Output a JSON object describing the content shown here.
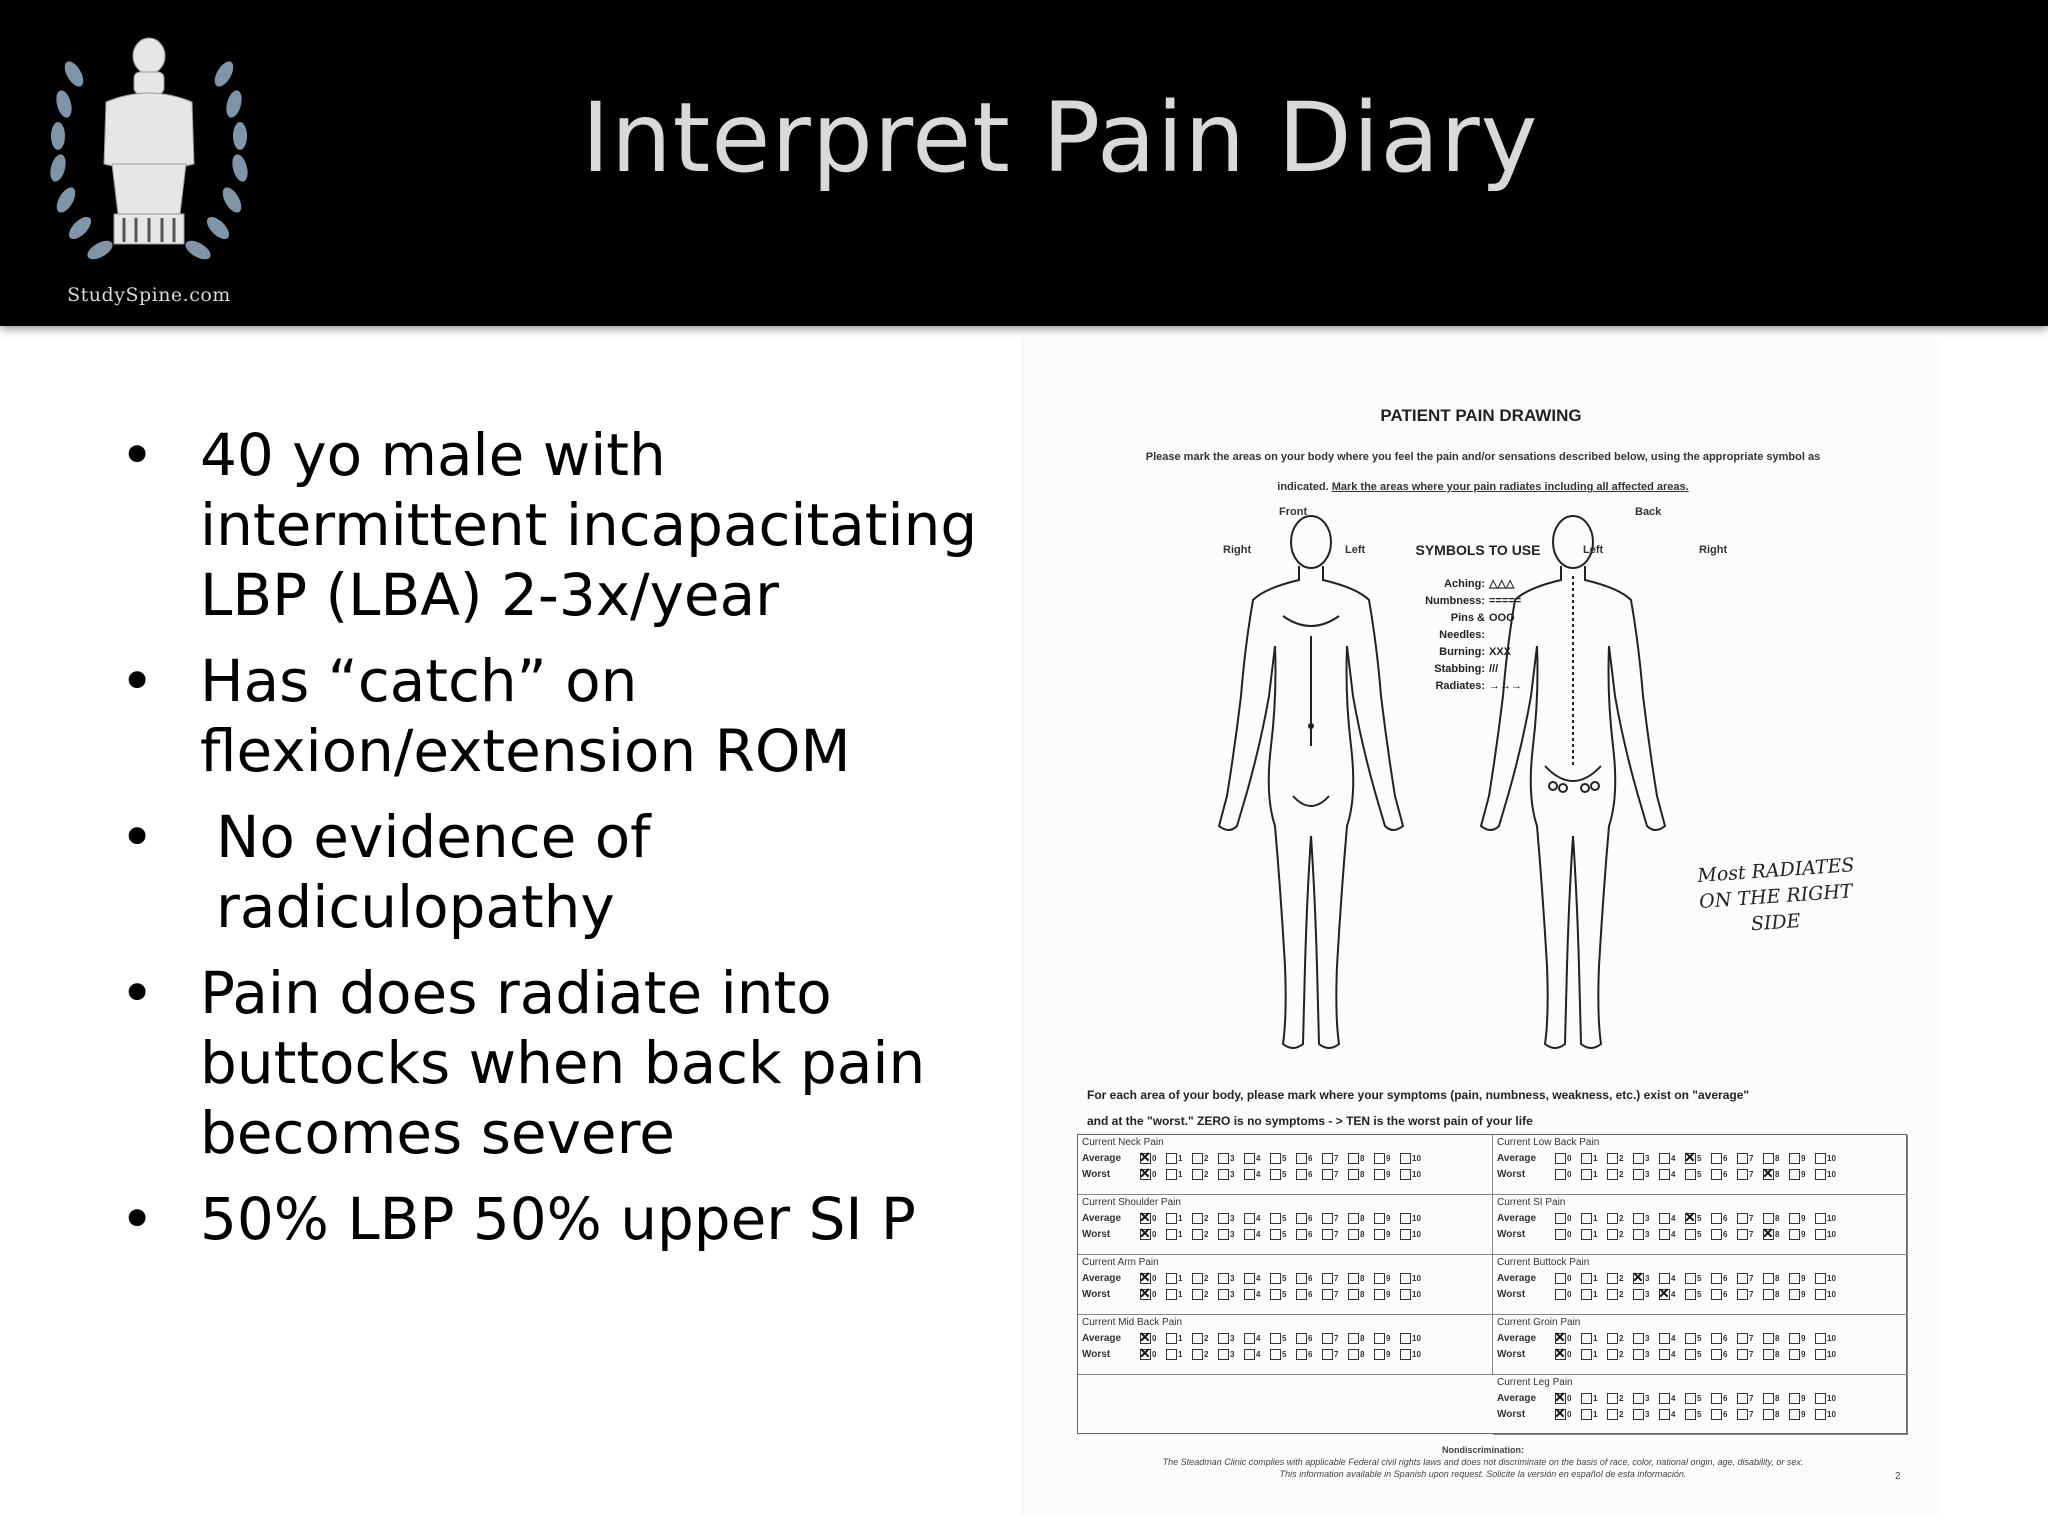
{
  "header": {
    "title": "Interpret Pain Diary",
    "logo_text": "StudySpine.com"
  },
  "bullets": [
    "40 yo male with intermittent incapacitating LBP (LBA) 2-3x/year",
    "Has “catch” on flexion/extension ROM",
    "No evidence of radiculopathy",
    "Pain does radiate into buttocks when back pain becomes severe",
    "50% LBP 50% upper SI P"
  ],
  "document": {
    "title": "PATIENT PAIN DRAWING",
    "instruction_1": "Please mark the areas on your body where you feel the pain and/or sensations described below, using the appropriate symbol as",
    "instruction_2a": "indicated.",
    "instruction_2b": "Mark the areas where your pain radiates including all affected areas.",
    "front_label": "Front",
    "back_label": "Back",
    "front_right": "Right",
    "front_left": "Left",
    "back_left": "Left",
    "back_right": "Right",
    "symbols_header": "SYMBOLS TO USE",
    "symbols": [
      {
        "name": "Aching:",
        "symbol": "△△△"
      },
      {
        "name": "Numbness:",
        "symbol": "====="
      },
      {
        "name": "Pins & Needles:",
        "symbol": "OOO"
      },
      {
        "name": "Burning:",
        "symbol": "XXX"
      },
      {
        "name": "Stabbing:",
        "symbol": "///"
      },
      {
        "name": "Radiates:",
        "symbol": "→→→"
      }
    ],
    "handwritten": [
      "Most RADIATES",
      "ON THE RIGHT",
      "SIDE"
    ],
    "rating_intro_1": "For each area of your body, please mark where your symptoms (pain, numbness, weakness, etc.) exist on \"average\"",
    "rating_intro_2": "and at the \"worst.\"   ZERO is no symptoms - > TEN is the worst pain of your life",
    "row_average": "Average",
    "row_worst": "Worst",
    "left_sections": [
      {
        "title": "Current Neck Pain",
        "average": 0,
        "worst": 0
      },
      {
        "title": "Current Shoulder Pain",
        "average": 0,
        "worst": 0
      },
      {
        "title": "Current Arm Pain",
        "average": 0,
        "worst": 0
      },
      {
        "title": "Current Mid Back Pain",
        "average": 0,
        "worst": 0
      }
    ],
    "right_sections": [
      {
        "title": "Current Low Back Pain",
        "average": 5,
        "worst": 8
      },
      {
        "title": "Current SI Pain",
        "average": 5,
        "worst": 8
      },
      {
        "title": "Current Buttock Pain",
        "average": 3,
        "worst": 4
      },
      {
        "title": "Current Groin Pain",
        "average": 0,
        "worst": 0
      },
      {
        "title": "Current Leg Pain",
        "average": 0,
        "worst": 0
      }
    ],
    "footnote_title": "Nondiscrimination:",
    "footnote_1": "The Steadman Clinic complies with applicable Federal civil rights laws and does not discriminate on the basis of race, color, national origin, age, disability, or sex.",
    "footnote_2": "This information available in Spanish upon request. Solicite la versión en español de esta información.",
    "page_number": "2"
  }
}
